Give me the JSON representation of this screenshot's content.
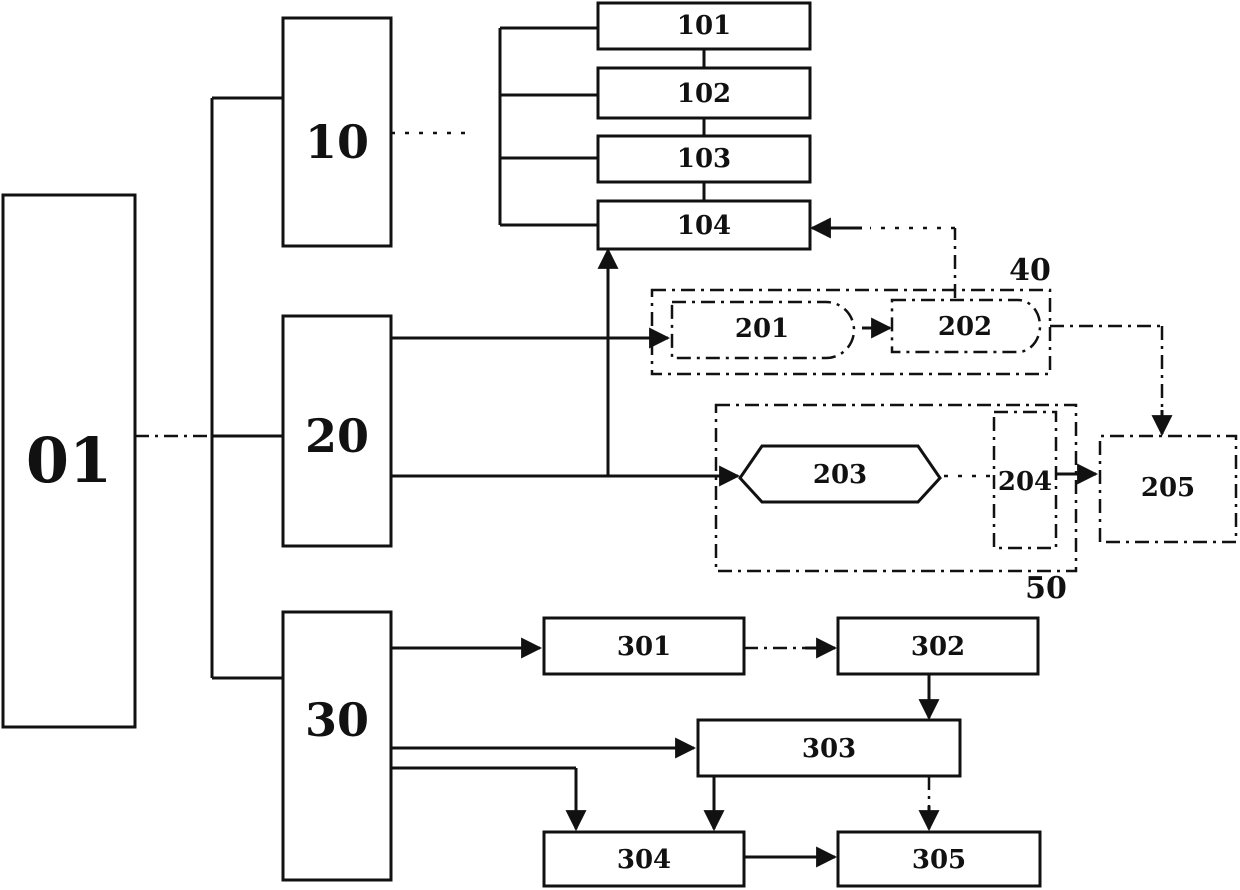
{
  "modules": {
    "m01": "01",
    "m10": "10",
    "m20": "20",
    "m30": "30",
    "m101": "101",
    "m102": "102",
    "m103": "103",
    "m104": "104",
    "m201": "201",
    "m202": "202",
    "m203": "203",
    "m204": "204",
    "m205": "205",
    "m301": "301",
    "m302": "302",
    "m303": "303",
    "m304": "304",
    "m305": "305"
  },
  "groups": {
    "g40": "40",
    "g50": "50"
  },
  "colors": {
    "ink": "#111111",
    "background": "#ffffff"
  }
}
